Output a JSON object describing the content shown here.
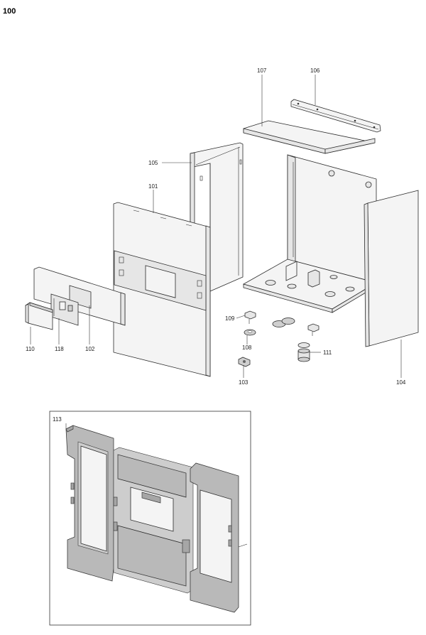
{
  "diagram": {
    "title": "100",
    "part_labels": {
      "p107": "107",
      "p106": "106",
      "p105": "105",
      "p101": "101",
      "p109": "109",
      "p108": "108",
      "p111": "111",
      "p110": "110",
      "p118": "118",
      "p102": "102",
      "p103": "103",
      "p104": "104",
      "p113": "113"
    }
  }
}
